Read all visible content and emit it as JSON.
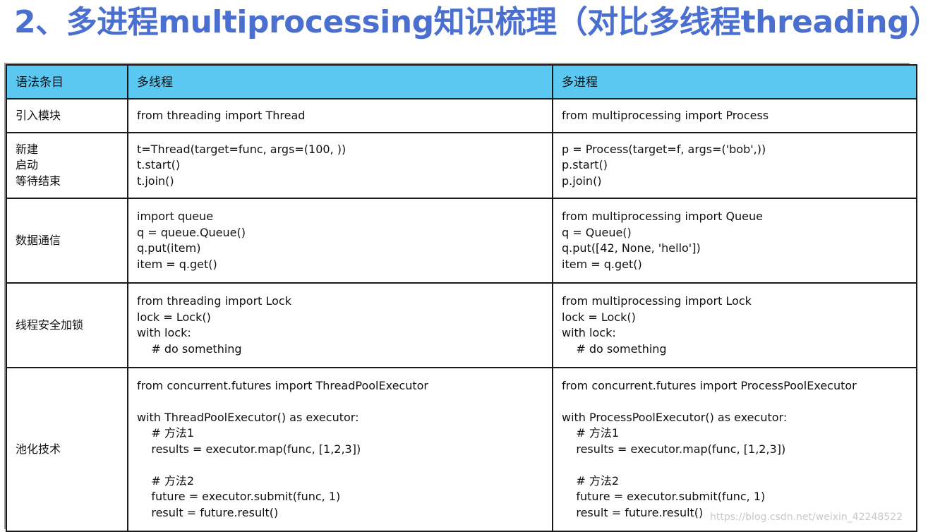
{
  "slide": {
    "title": "2、多进程multiprocessing知识梳理（对比多线程threading）",
    "title_color": "#4a6fcf"
  },
  "table": {
    "header_color": "#5bc8f2",
    "headers": [
      "语法条目",
      "多线程",
      "多进程"
    ],
    "rows": [
      {
        "item": "引入模块",
        "threading": "from threading import Thread",
        "multiprocessing": "from multiprocessing import Process"
      },
      {
        "item_lines": [
          "新建",
          "启动",
          "等待结束"
        ],
        "threading": "t=Thread(target=func, args=(100, ))\nt.start()\nt.join()",
        "multiprocessing": "p = Process(target=f, args=('bob',))\np.start()\np.join()"
      },
      {
        "item": "数据通信",
        "threading": "import queue\nq = queue.Queue()\nq.put(item)\nitem = q.get()",
        "multiprocessing": "from multiprocessing import Queue\nq = Queue()\nq.put([42, None, 'hello'])\nitem = q.get()"
      },
      {
        "item": "线程安全加锁",
        "threading": "from threading import Lock\nlock = Lock()\nwith lock:\n    # do something",
        "multiprocessing": "from multiprocessing import Lock\nlock = Lock()\nwith lock:\n    # do something"
      },
      {
        "item": "池化技术",
        "threading": "from concurrent.futures import ThreadPoolExecutor\n\nwith ThreadPoolExecutor() as executor:\n    # 方法1\n    results = executor.map(func, [1,2,3])\n\n    # 方法2\n    future = executor.submit(func, 1)\n    result = future.result()",
        "multiprocessing": "from concurrent.futures import ProcessPoolExecutor\n\nwith ProcessPoolExecutor() as executor:\n    # 方法1\n    results = executor.map(func, [1,2,3])\n\n    # 方法2\n    future = executor.submit(func, 1)\n    result = future.result()"
      }
    ]
  },
  "watermark": "https://blog.csdn.net/weixin_42248522"
}
